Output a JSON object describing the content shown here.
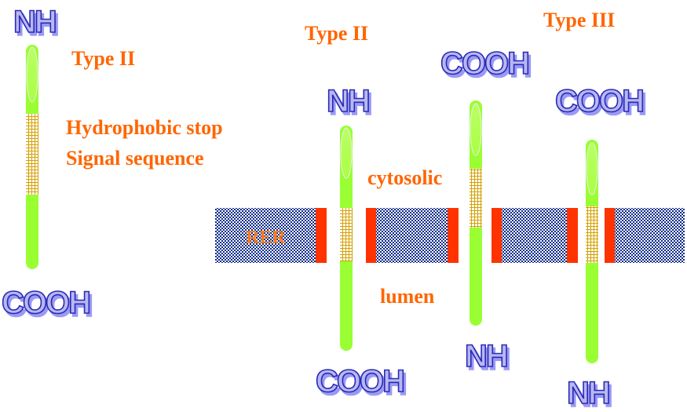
{
  "labels": {
    "type_left": "Type II",
    "type_middle": "Type II",
    "type_right": "Type III",
    "hydrophobic_line1": "Hydrophobic stop",
    "hydrophobic_line2": "Signal sequence",
    "cytosolic": "cytosolic",
    "lumen": "lumen",
    "membrane": "RER"
  },
  "termini": {
    "p1_top": "NH",
    "p1_bottom": "COOH",
    "p2_top": "NH",
    "p2_bottom": "COOH",
    "p3_top": "COOH",
    "p3_bottom": "NH",
    "p4_top": "COOH",
    "p4_bottom": "NH"
  },
  "colors": {
    "text": "#ff6600",
    "protein": "#99ff33",
    "membrane_edge": "#ff3300",
    "membrane_fill": "#0a2a8a",
    "hydrophobic": "#d4a000"
  }
}
